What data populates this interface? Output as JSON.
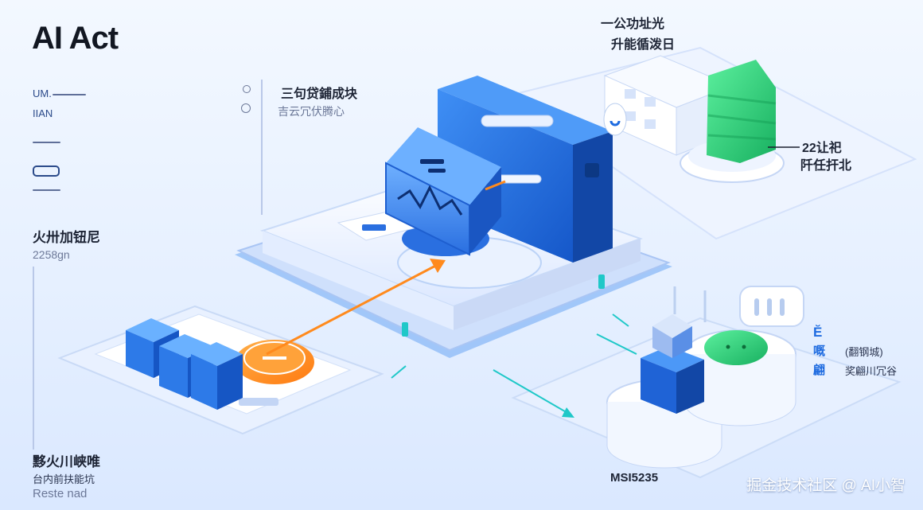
{
  "title": "AI Act",
  "left_panel": {
    "header_line1": "UM.",
    "header_line2": "IIAN",
    "header_icon": "oo-chain-icon",
    "middle_title": "火卅加钮尼",
    "middle_sub": "2258gn",
    "bottom_title": "黟火川峡唯",
    "bottom_sub": "台内前扶能坑",
    "bottom_sub2": "Reste nad"
  },
  "top_center": {
    "title": "三句贷鋪成块",
    "sub": "吉云冗伏腾心"
  },
  "top_right": {
    "title": "一公功址光",
    "sub": "升能循泼日"
  },
  "right_mid": {
    "title": "22让祀",
    "sub": "阡任扞北"
  },
  "bottom_right": {
    "row1": "Ӗ",
    "row2_a": "嘅",
    "row2_b": "(翻钢城)",
    "row3_a": "翩",
    "row3_b": "奖翩川冗谷",
    "code": "MSI5235"
  },
  "watermark": "掘金技术社区 @ AI小智",
  "colors": {
    "blue": "#1e6be0",
    "light_blue": "#3d8cf0",
    "orange": "#ff8a1d",
    "green": "#2bd27a",
    "teal": "#1fc8c8",
    "platform": "#eef4ff"
  }
}
